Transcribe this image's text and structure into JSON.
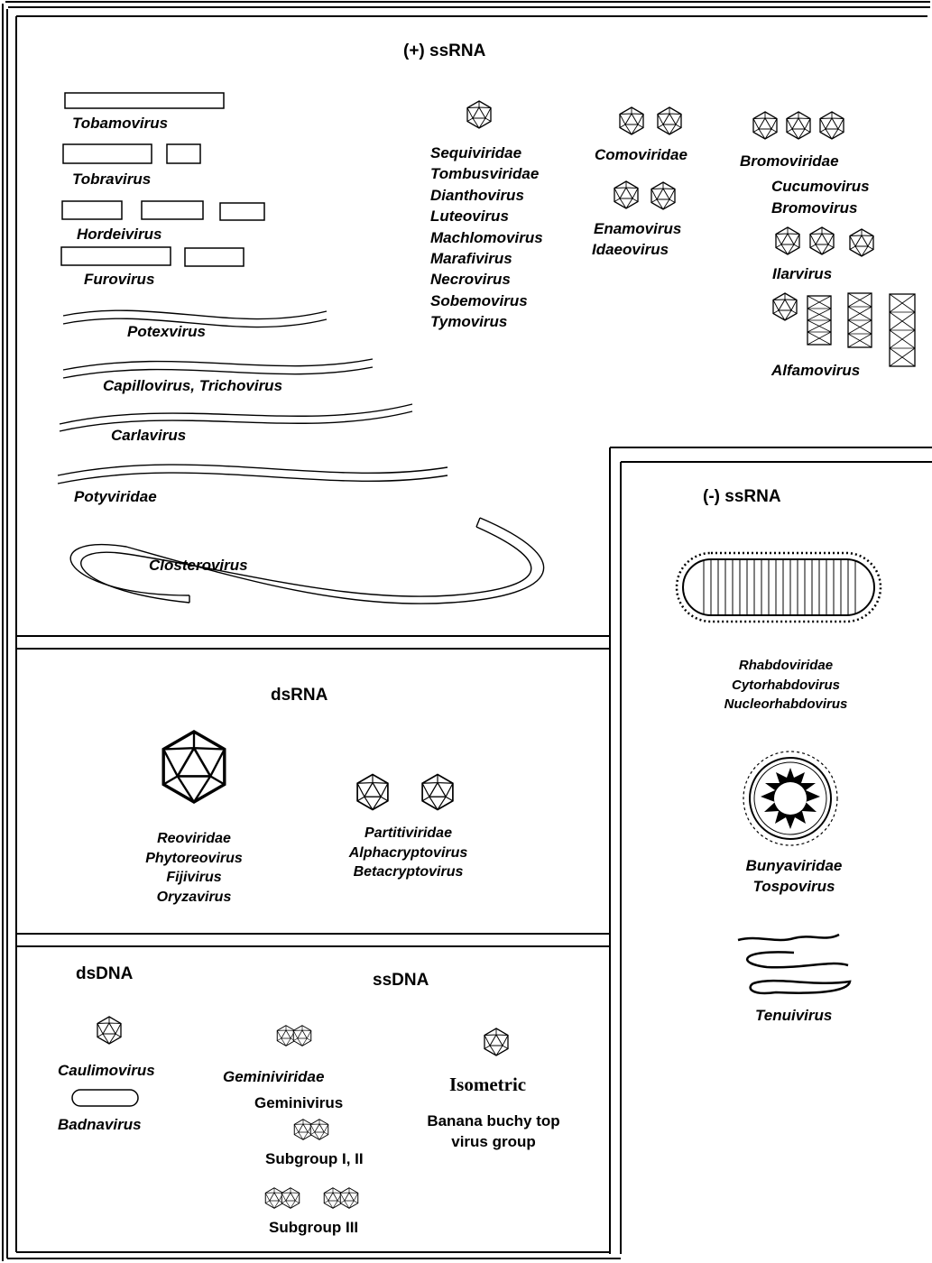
{
  "plus_ssrna": {
    "title": "(+) ssRNA",
    "rods": [
      "Tobamovirus",
      "Tobravirus",
      "Hordeivirus",
      "Furovirus"
    ],
    "filaments": [
      "Potexvirus",
      "Capillovirus, Trichovirus",
      "Carlavirus",
      "Potyviridae",
      "Closterovirus"
    ],
    "isometric_list": [
      "Sequiviridae",
      "Tombusviridae",
      "Dianthovirus",
      "Luteovirus",
      "Machlomovirus",
      "Marafivirus",
      "Necrovirus",
      "Sobemovirus",
      "Tymovirus"
    ],
    "comoviridae": "Comoviridae",
    "enamovirus": "Enamovirus",
    "idaeovirus": "Idaeovirus",
    "bromoviridae": "Bromoviridae",
    "cucumovirus": "Cucumovirus",
    "bromovirus": "Bromovirus",
    "ilarvirus": "Ilarvirus",
    "alfamovirus": "Alfamovirus"
  },
  "minus_ssrna": {
    "title": "(-)  ssRNA",
    "rhabdo": [
      "Rhabdoviridae",
      "Cytorhabdovirus",
      "Nucleorhabdovirus"
    ],
    "bunya": [
      "Bunyaviridae",
      "Tospovirus"
    ],
    "tenui": "Tenuivirus"
  },
  "dsrna": {
    "title": "dsRNA",
    "reo": [
      "Reoviridae",
      "Phytoreovirus",
      "Fijivirus",
      "Oryzavirus"
    ],
    "partiti": [
      "Partitiviridae",
      "Alphacryptovirus",
      "Betacryptovirus"
    ]
  },
  "dna": {
    "dsdna_title": "dsDNA",
    "ssdna_title": "ssDNA",
    "caulimovirus": "Caulimovirus",
    "badnavirus": "Badnavirus",
    "geminiviridae": "Geminiviridae",
    "geminivirus": "Geminivirus",
    "subgroup_1_2": "Subgroup I, II",
    "subgroup_3": "Subgroup III",
    "isometric": "Isometric",
    "banana": [
      "Banana buchy top",
      "virus group"
    ]
  }
}
